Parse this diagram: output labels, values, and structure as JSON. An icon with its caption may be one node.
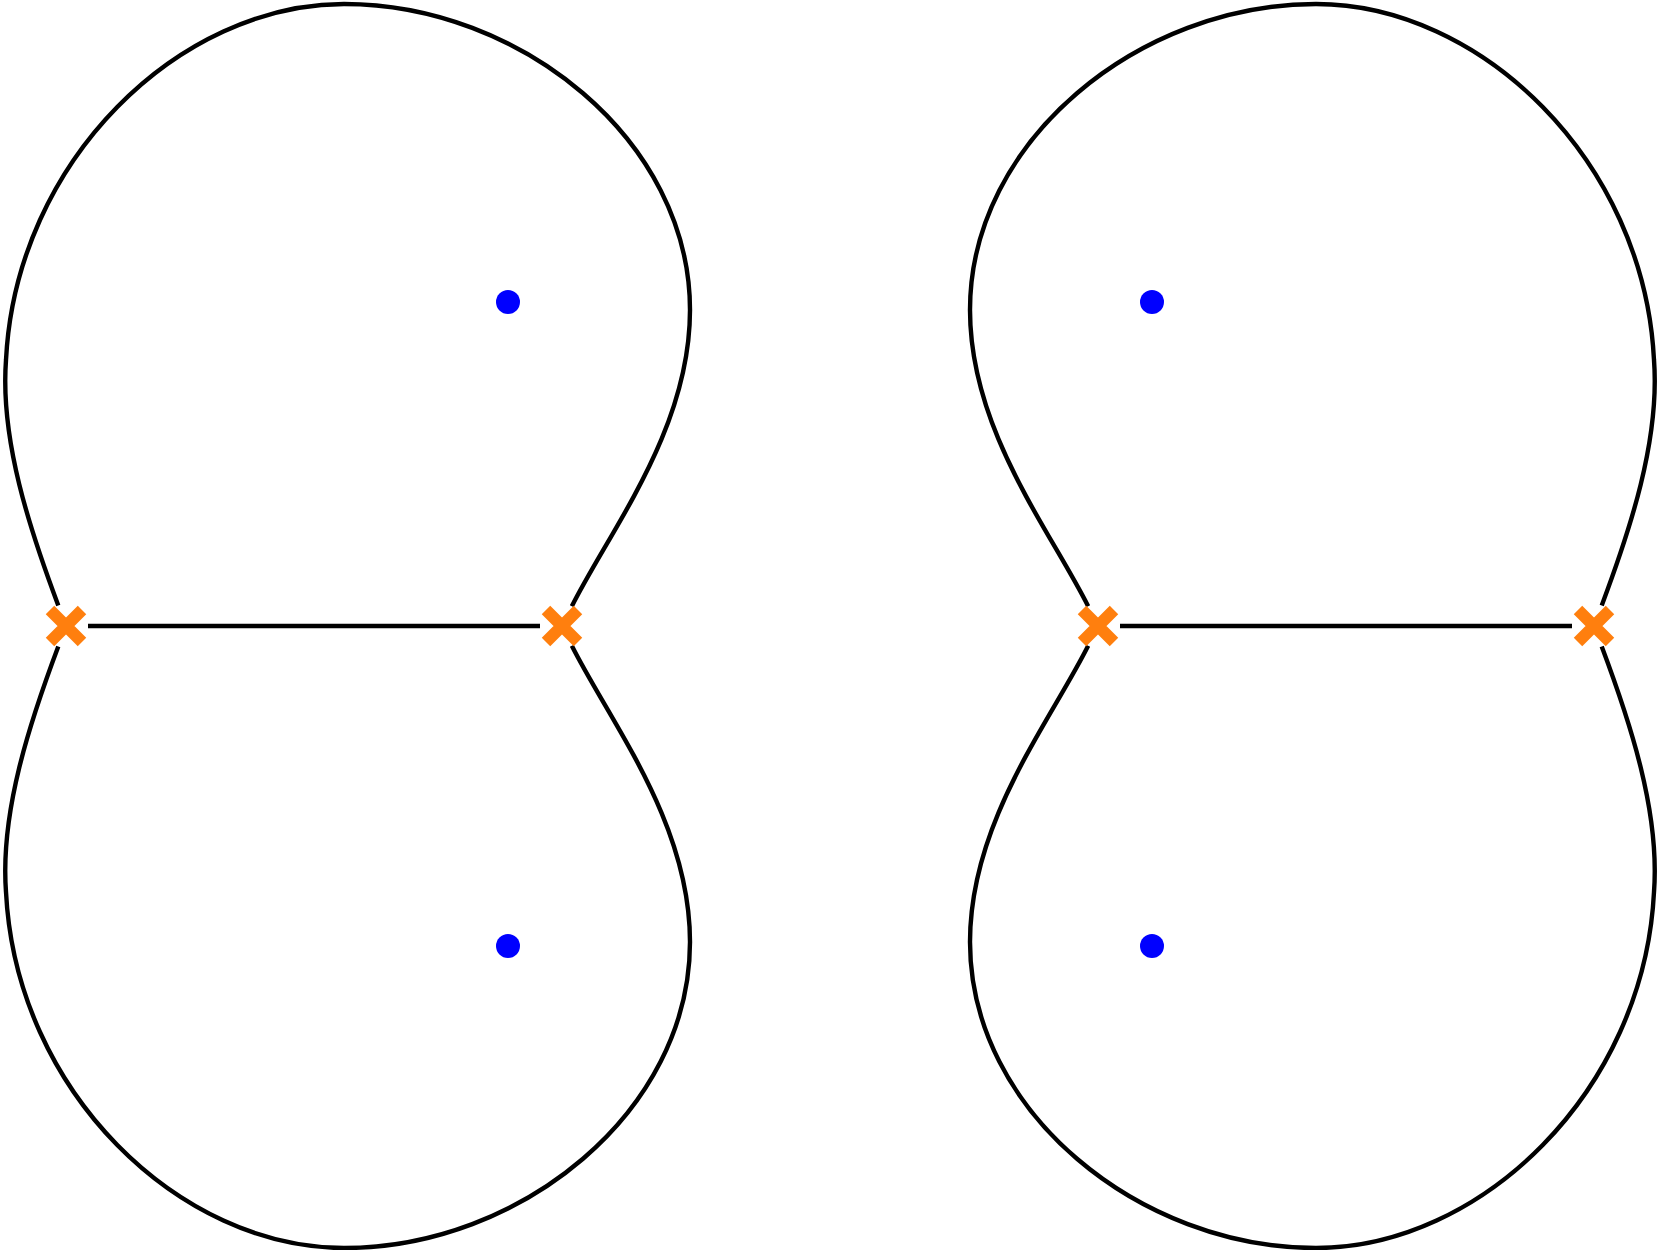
{
  "diagram": {
    "nodes": [
      {
        "text": [],
        "shape": "cross"
      },
      {
        "text": [],
        "shape": "cross"
      },
      {
        "text": [],
        "shape": "cross"
      },
      {
        "text": [],
        "shape": "cross"
      }
    ],
    "edges": [
      {
        "from": 0,
        "to": 1,
        "arrow": "none"
      },
      {
        "from": 0,
        "to": 1,
        "arrow": "none"
      },
      {
        "from": 0,
        "to": 1,
        "arrow": "none"
      },
      {
        "from": 2,
        "to": 3,
        "arrow": "none"
      },
      {
        "from": 2,
        "to": 3,
        "arrow": "none"
      },
      {
        "from": 2,
        "to": 3,
        "arrow": "none"
      }
    ]
  }
}
